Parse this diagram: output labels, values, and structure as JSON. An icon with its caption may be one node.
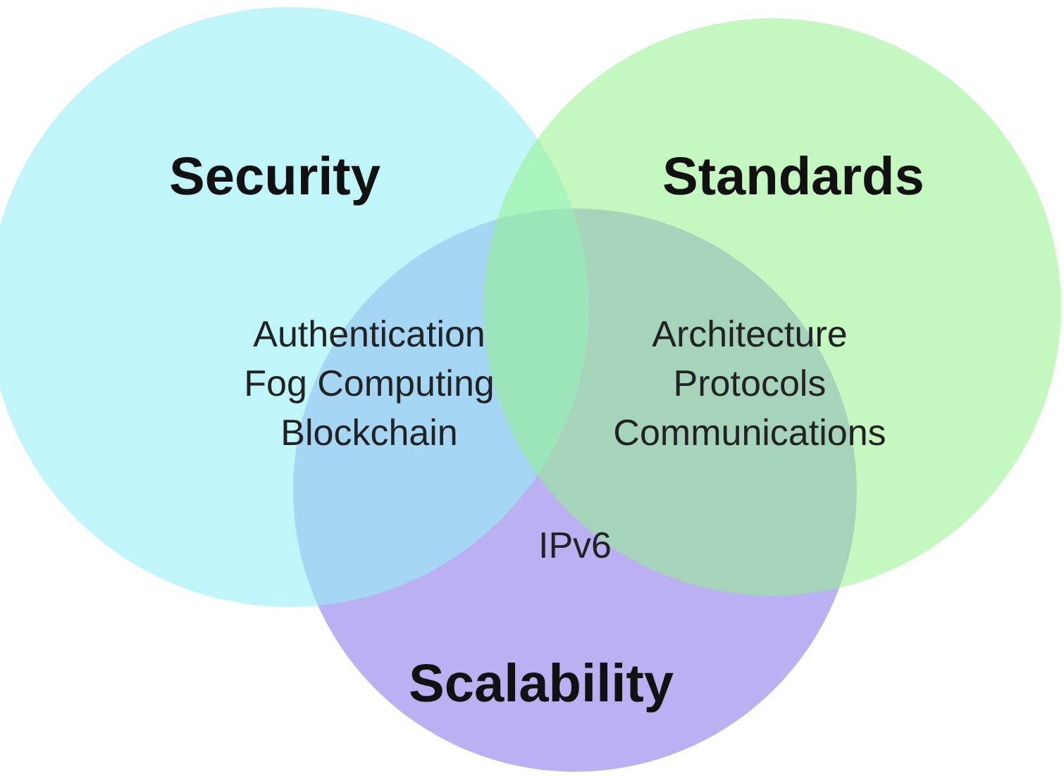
{
  "diagram": {
    "nodes": [
      {
        "text": [
          "Security"
        ]
      },
      {
        "text": [
          "Standards"
        ]
      },
      {
        "text": [
          "Scalability"
        ]
      }
    ],
    "labels": [
      "Authentication",
      "Fog Computing",
      "Blockchain",
      "Architecture",
      "Protocols",
      "Communications",
      "IPv6"
    ]
  }
}
